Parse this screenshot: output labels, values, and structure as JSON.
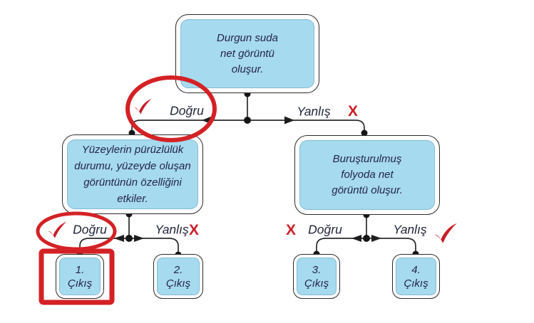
{
  "colors": {
    "box_fill": "#a6daee",
    "outline": "#2a2a2a",
    "annotation_red": "#cf1f28",
    "text": "#23254a"
  },
  "nodes": {
    "root": {
      "text": "Durgun suda\nnet görüntü\noluşur."
    },
    "left": {
      "text": "Yüzeylerin pürüzlülük\ndurumu, yüzeyde oluşan\ngörüntünün özelliğini\netkiler."
    },
    "right": {
      "text": "Buruşturulmuş\nfolyoda net\ngörüntü oluşur."
    }
  },
  "branches": {
    "top": {
      "true_label": "Doğru",
      "false_label": "Yanlış",
      "true_mark": "check-circled",
      "false_mark": "x"
    },
    "lower_left": {
      "true_label": "Doğru",
      "false_label": "Yanlış",
      "true_mark": "check-circled",
      "false_mark": "x"
    },
    "lower_right": {
      "true_label": "Doğru",
      "false_label": "Yanlış",
      "true_mark": "x",
      "false_mark": "check"
    }
  },
  "exits": [
    {
      "text": "1.\nÇıkış",
      "highlighted": true
    },
    {
      "text": "2.\nÇıkış",
      "highlighted": false
    },
    {
      "text": "3.\nÇıkış",
      "highlighted": false
    },
    {
      "text": "4.\nÇıkış",
      "highlighted": false
    }
  ],
  "marks": {
    "x_symbol": "X"
  }
}
